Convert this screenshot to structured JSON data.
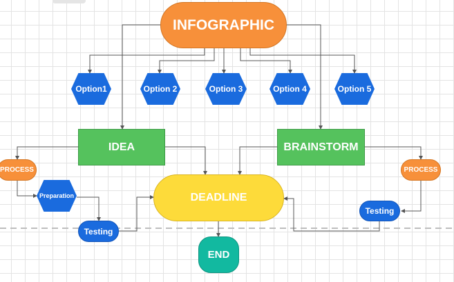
{
  "diagram": {
    "title": "INFOGRAPHIC",
    "options": [
      "Option1",
      "Option 2",
      "Option 3",
      "Option 4",
      "Option 5"
    ],
    "idea": "IDEA",
    "brainstorm": "BRAINSTORM",
    "deadline": "DEADLINE",
    "end": "END",
    "left_process": "PROCESS",
    "preparation": "Preparation",
    "left_testing": "Testing",
    "right_process": "PROCESS",
    "right_testing": "Testing"
  },
  "colors": {
    "title": "#f7903a",
    "option": "#1a6bde",
    "idea": "#55c25d",
    "brainstorm": "#55c25d",
    "deadline": "#fddb3a",
    "end": "#12b9a0",
    "process": "#f7903a",
    "testing": "#1a6bde",
    "connector": "#555555"
  }
}
